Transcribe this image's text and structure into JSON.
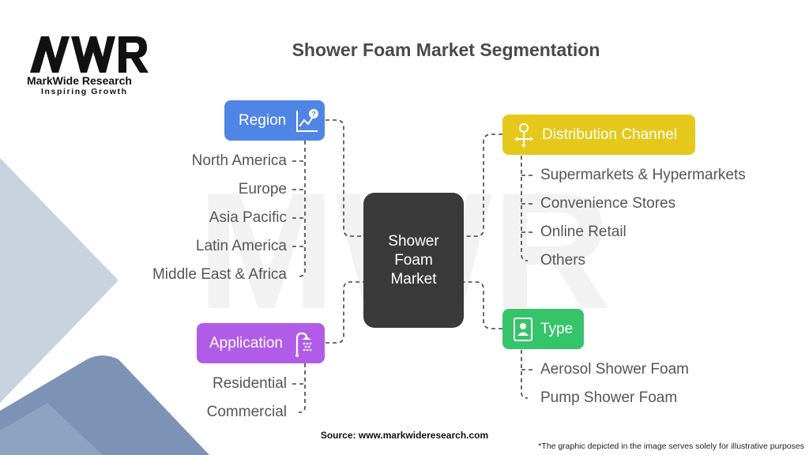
{
  "logo": {
    "mark": "MWR",
    "name": "MarkWide Research",
    "tagline": "Inspiring Growth"
  },
  "title": "Shower Foam Market Segmentation",
  "center": {
    "lines": [
      "Shower",
      "Foam",
      "Market"
    ]
  },
  "segments": {
    "region": {
      "label": "Region",
      "icon": "chart-question-icon",
      "color": "#4f86e6",
      "items": [
        "North America",
        "Europe",
        "Asia Pacific",
        "Latin America",
        "Middle East & Africa"
      ]
    },
    "application": {
      "label": "Application",
      "icon": "shower-icon",
      "color": "#b15ce6",
      "items": [
        "Residential",
        "Commercial"
      ]
    },
    "distribution": {
      "label": "Distribution Channel",
      "icon": "distribution-icon",
      "color": "#e6c81a",
      "items": [
        "Supermarkets & Hypermarkets",
        "Convenience Stores",
        "Online Retail",
        "Others"
      ]
    },
    "type": {
      "label": "Type",
      "icon": "document-person-icon",
      "color": "#36c46a",
      "items": [
        "Aerosol Shower Foam",
        "Pump Shower Foam"
      ]
    }
  },
  "source": "Source: www.markwideresearch.com",
  "note": "*The graphic depicted in the image serves solely for illustrative purposes"
}
